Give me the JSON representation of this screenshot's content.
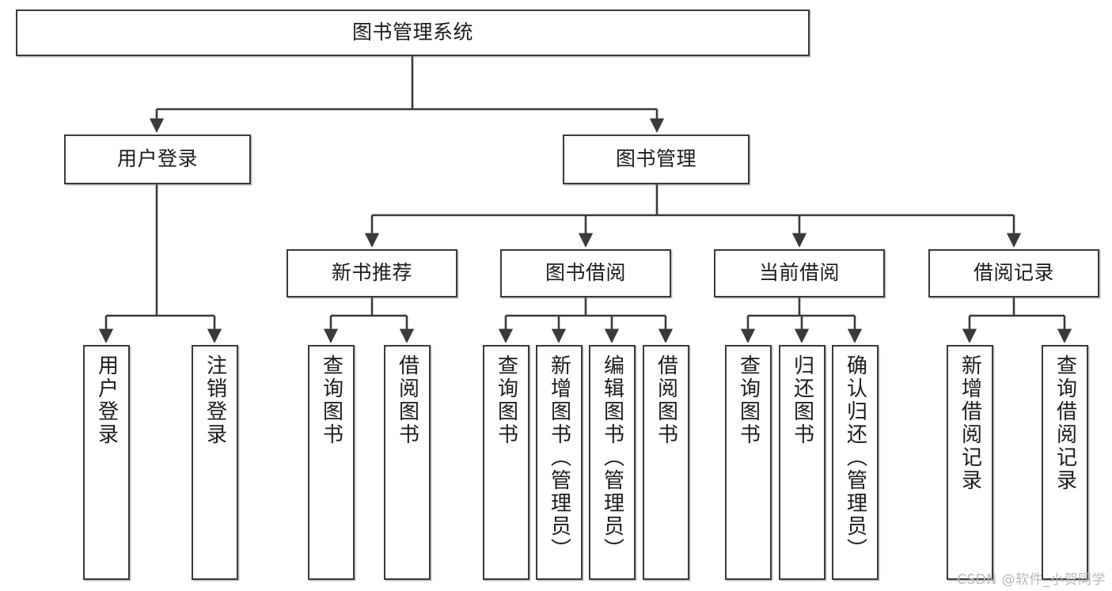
{
  "diagram": {
    "type": "tree-hierarchy",
    "title": "图书管理系统",
    "watermark": "CSDN @软件_小贺同学",
    "colors": {
      "box_border": "#3a3a3a",
      "box_fill": "#ffffff",
      "connector": "#3a3a3a",
      "text": "#1b1b1b",
      "watermark": "#b9b9b9",
      "background": "#ffffff"
    },
    "nodes": {
      "root": {
        "label": "图书管理系统"
      },
      "level2": [
        {
          "id": "user-login",
          "label": "用户登录"
        },
        {
          "id": "book-management",
          "label": "图书管理"
        }
      ],
      "level3": [
        {
          "id": "new-book-recommend",
          "label": "新书推荐"
        },
        {
          "id": "book-borrow",
          "label": "图书借阅"
        },
        {
          "id": "current-borrow",
          "label": "当前借阅"
        },
        {
          "id": "borrow-record",
          "label": "借阅记录"
        }
      ],
      "leaves": {
        "user_login": [
          {
            "id": "leaf-user-login",
            "label": "用户登录"
          },
          {
            "id": "leaf-user-logout",
            "label": "注销登录"
          }
        ],
        "new_book_recommend": [
          {
            "id": "leaf-query-book-1",
            "label": "查询图书"
          },
          {
            "id": "leaf-borrow-book-1",
            "label": "借阅图书"
          }
        ],
        "book_borrow": [
          {
            "id": "leaf-query-book-2",
            "label": "查询图书"
          },
          {
            "id": "leaf-add-book",
            "label": "新增图书（管理员）"
          },
          {
            "id": "leaf-edit-book",
            "label": "编辑图书（管理员）"
          },
          {
            "id": "leaf-borrow-book-2",
            "label": "借阅图书"
          }
        ],
        "current_borrow": [
          {
            "id": "leaf-query-book-3",
            "label": "查询图书"
          },
          {
            "id": "leaf-return-book",
            "label": "归还图书"
          },
          {
            "id": "leaf-confirm-return",
            "label": "确认归还（管理员）"
          }
        ],
        "borrow_record": [
          {
            "id": "leaf-add-record",
            "label": "新增借阅记录"
          },
          {
            "id": "leaf-query-record",
            "label": "查询借阅记录"
          }
        ]
      }
    }
  }
}
